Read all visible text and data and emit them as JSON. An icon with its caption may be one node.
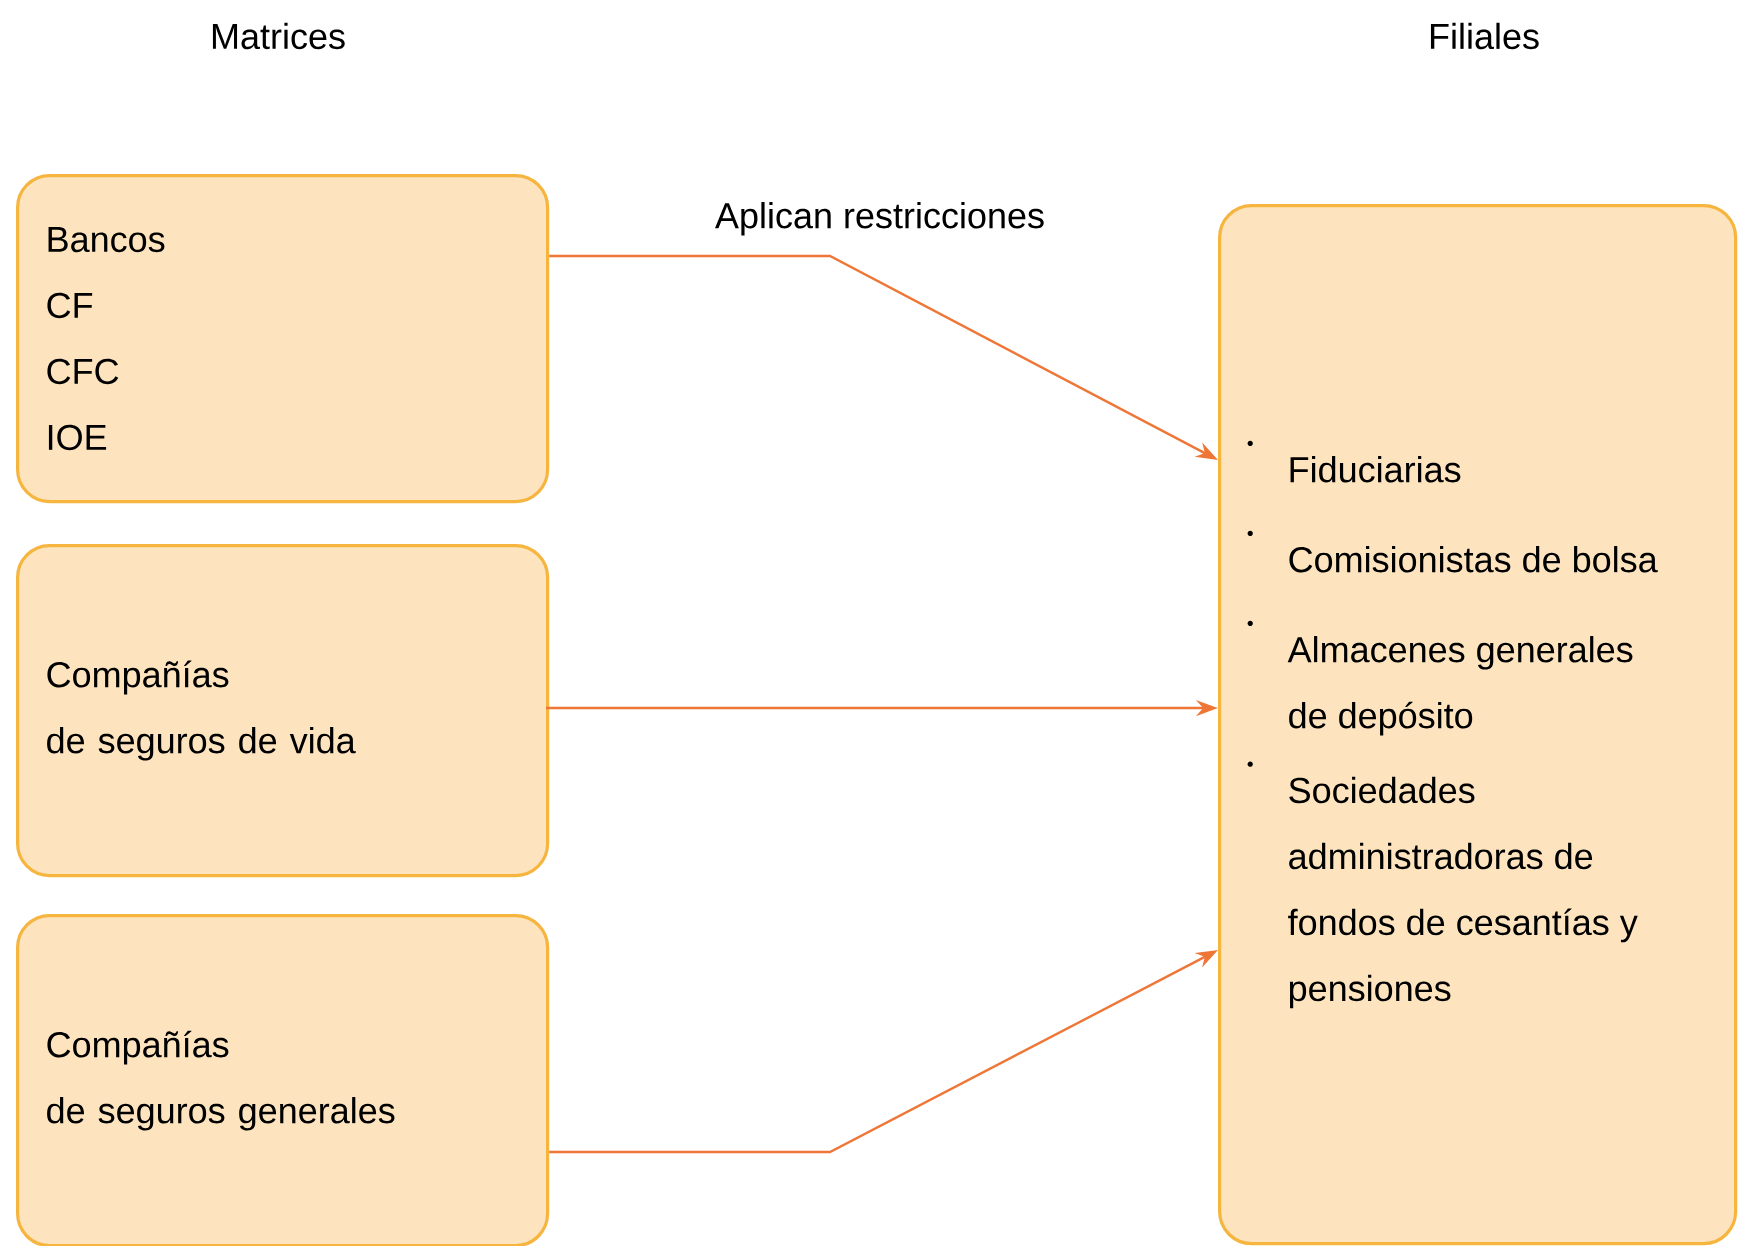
{
  "diagram": {
    "nodes": [
      {
        "text": [
          "Bancos",
          "CF",
          "CFC",
          "IOE"
        ]
      },
      {
        "text": [
          "Compañías",
          "de seguros de vida"
        ]
      },
      {
        "text": [
          "Compañías",
          "de seguros generales"
        ]
      },
      {
        "text": [
          "Fiduciarias",
          "Comisionistas de bolsa",
          "Almacenes generales de depósito",
          "Sociedades administradoras de fondos de cesantías y pensiones"
        ]
      }
    ],
    "edges": [
      {
        "from": 0,
        "to": 3,
        "arrow": "to",
        "label": "Aplican restricciones"
      },
      {
        "from": 1,
        "to": 3,
        "arrow": "to"
      },
      {
        "from": 2,
        "to": 3,
        "arrow": "to"
      }
    ],
    "labels": [
      "Matrices",
      "Filiales"
    ]
  }
}
